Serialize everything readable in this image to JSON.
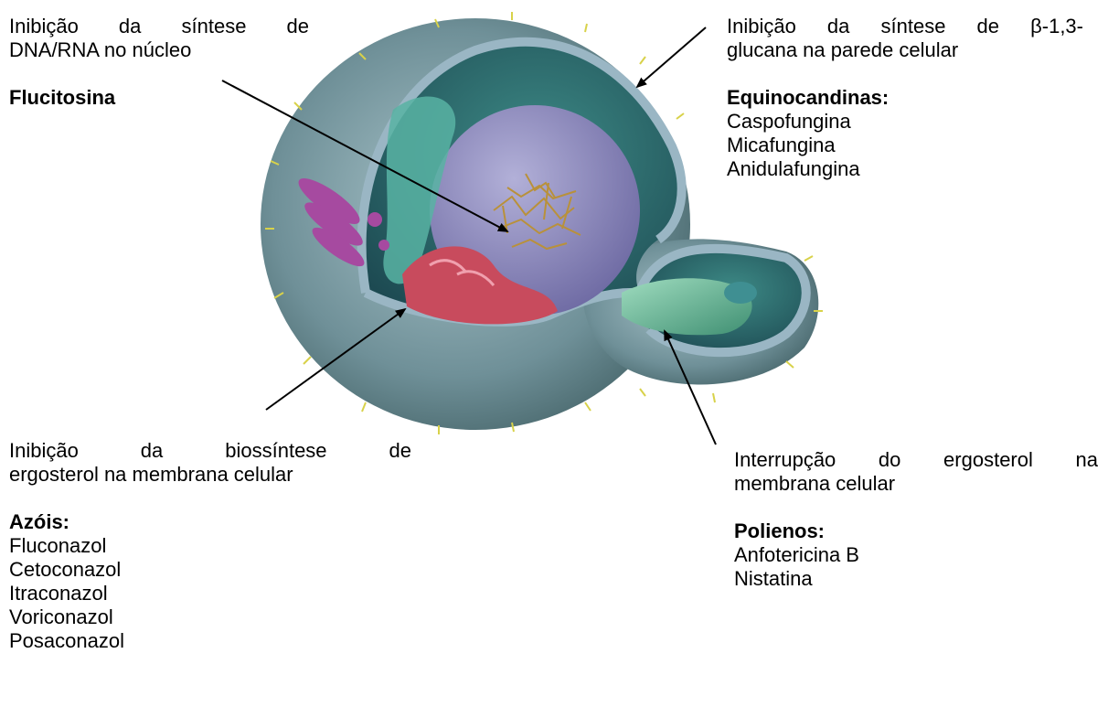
{
  "colors": {
    "text": "#000000",
    "membrane": "#8aa7b8",
    "cytoplasm_dark": "#2e5d64",
    "nucleus": "#8d8cc0",
    "chromatin": "#b9913a",
    "er": "#c84b5d",
    "golgi": "#a64aa0",
    "mito": "#6fb79b",
    "spikes": "#d8d24a"
  },
  "annotations": {
    "nucleus": {
      "description": [
        "Inibição da síntese de",
        "DNA/RNA no núcleo"
      ],
      "drug_class": "Flucitosina",
      "drugs": []
    },
    "cell_wall": {
      "description": [
        "Inibição da síntese de β-1,3-",
        "glucana na parede celular"
      ],
      "drug_class": "Equinocandinas:",
      "drugs": [
        "Caspofungina",
        "Micafungina",
        "Anidulafungina"
      ]
    },
    "membrane_biosynthesis": {
      "description": [
        "Inibição da biossíntese de",
        "ergosterol na membrana celular"
      ],
      "drug_class": "Azóis:",
      "drugs": [
        "Fluconazol",
        "Cetoconazol",
        "Itraconazol",
        "Voriconazol",
        "Posaconazol"
      ]
    },
    "membrane_disruption": {
      "description": [
        "Interrupção do ergosterol na",
        "membrana celular"
      ],
      "drug_class": "Polienos:",
      "drugs": [
        "Anfotericina B",
        "Nistatina"
      ]
    }
  }
}
